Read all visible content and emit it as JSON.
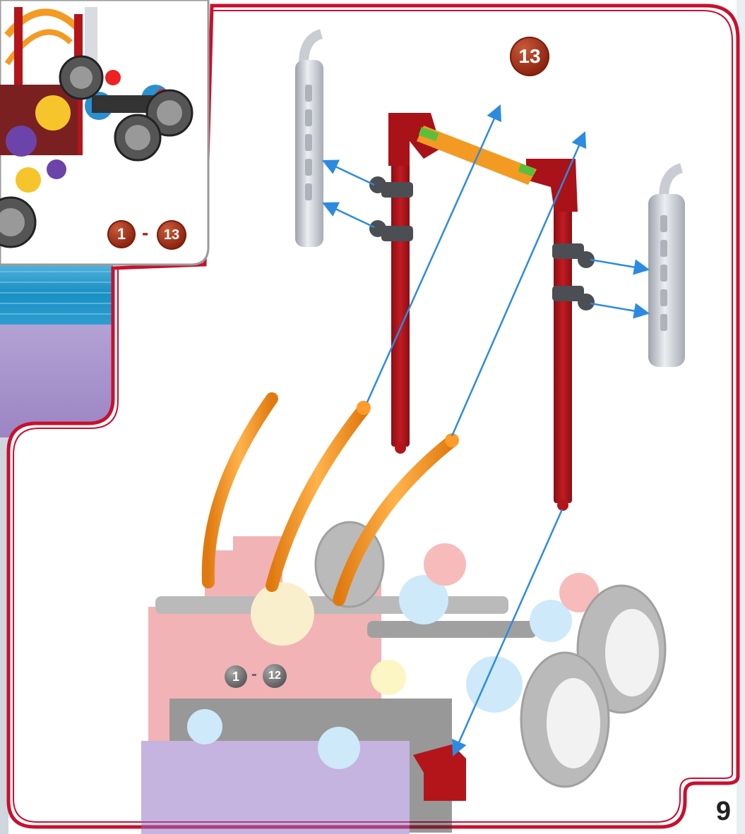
{
  "step": {
    "number": "13"
  },
  "overview_range": {
    "from": "1",
    "separator": "-",
    "to": "13"
  },
  "previous_range": {
    "from": "1",
    "separator": "-",
    "to": "12"
  },
  "page": {
    "number": "9"
  },
  "colors": {
    "frame_red": "#c8102e",
    "rod_red": "#b3151b",
    "connector_orange": "#f39a23",
    "arrow_blue": "#2c8be0",
    "exhaust_gray": "#c9ccd3",
    "panel_purple": "#a58fc7",
    "panel_blue": "#1f8fc4",
    "badge_red": "#9a2a12"
  }
}
